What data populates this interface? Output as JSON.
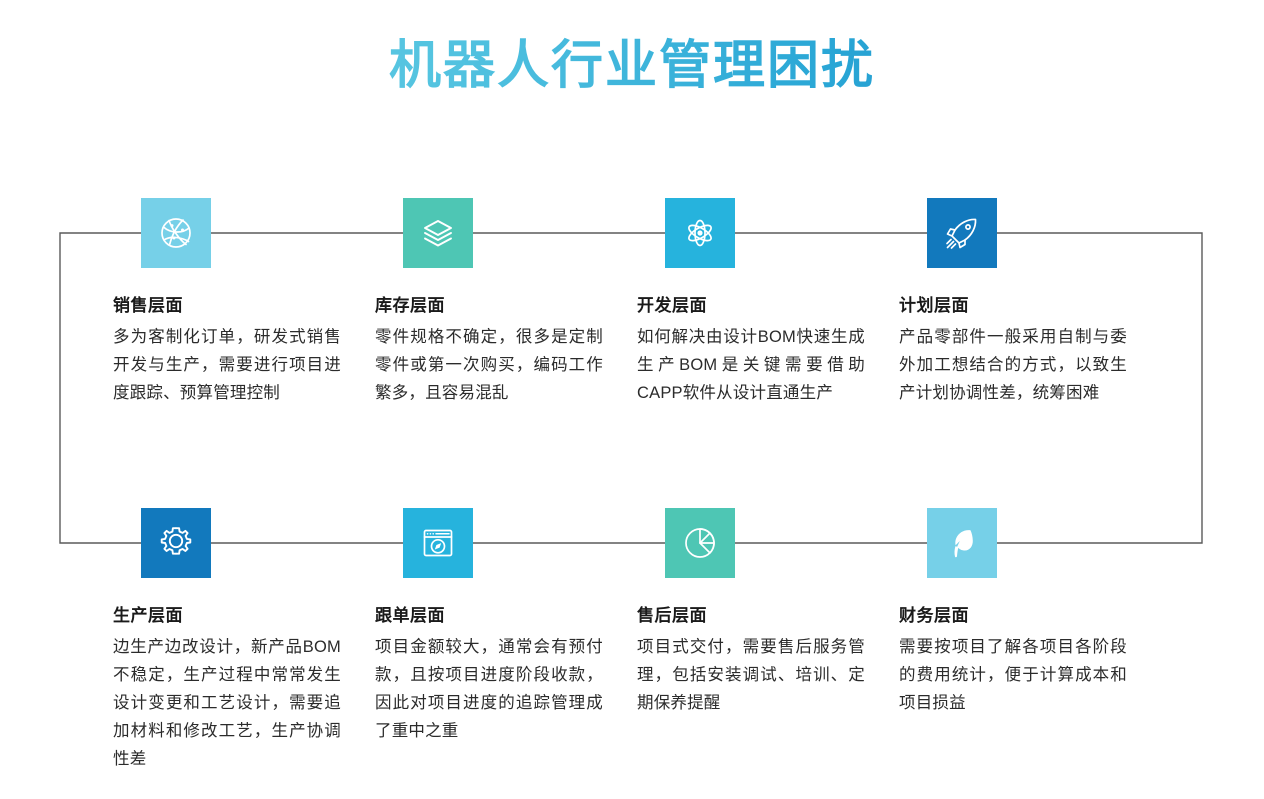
{
  "page": {
    "title": "机器人行业管理困扰",
    "background_color": "#ffffff",
    "title_gradient_from": "#72d4e8",
    "title_gradient_to": "#1380c0",
    "connector_color": "#5a5a5a"
  },
  "cards": [
    {
      "icon": "globe-network-icon",
      "tile_color": "#76d0e8",
      "title": "销售层面",
      "body": "多为客制化订单，研发式销售开发与生产，需要进行项目进度跟踪、预算管理控制"
    },
    {
      "icon": "layers-stack-icon",
      "tile_color": "#4ec6b4",
      "title": "库存层面",
      "body": "零件规格不确定，很多是定制零件或第一次购买，编码工作繁多，且容易混乱"
    },
    {
      "icon": "atom-icon",
      "tile_color": "#26b3dd",
      "title": "开发层面",
      "body": "如何解决由设计BOM快速生成生产BOM是关键需要借助CAPP软件从设计直通生产"
    },
    {
      "icon": "rocket-icon",
      "tile_color": "#1279bd",
      "title": "计划层面",
      "body": "产品零部件一般采用自制与委外加工想结合的方式，以致生产计划协调性差，统筹困难"
    },
    {
      "icon": "gear-icon",
      "tile_color": "#1279bd",
      "title": "生产层面",
      "body": "边生产边改设计，新产品BOM不稳定，生产过程中常常发生设计变更和工艺设计，需要追加材料和修改工艺，生产协调性差"
    },
    {
      "icon": "browser-compass-icon",
      "tile_color": "#26b3dd",
      "title": "跟单层面",
      "body": "项目金额较大，通常会有预付款，且按项目进度阶段收款，因此对项目进度的追踪管理成了重中之重"
    },
    {
      "icon": "pie-chart-icon",
      "tile_color": "#4ec6b4",
      "title": "售后层面",
      "body": "项目式交付，需要售后服务管理，包括安装调试、培训、定期保养提醒"
    },
    {
      "icon": "feather-icon",
      "tile_color": "#76d0e8",
      "title": "财务层面",
      "body": "需要按项目了解各项目各阶段的费用统计，便于计算成本和项目损益"
    }
  ]
}
